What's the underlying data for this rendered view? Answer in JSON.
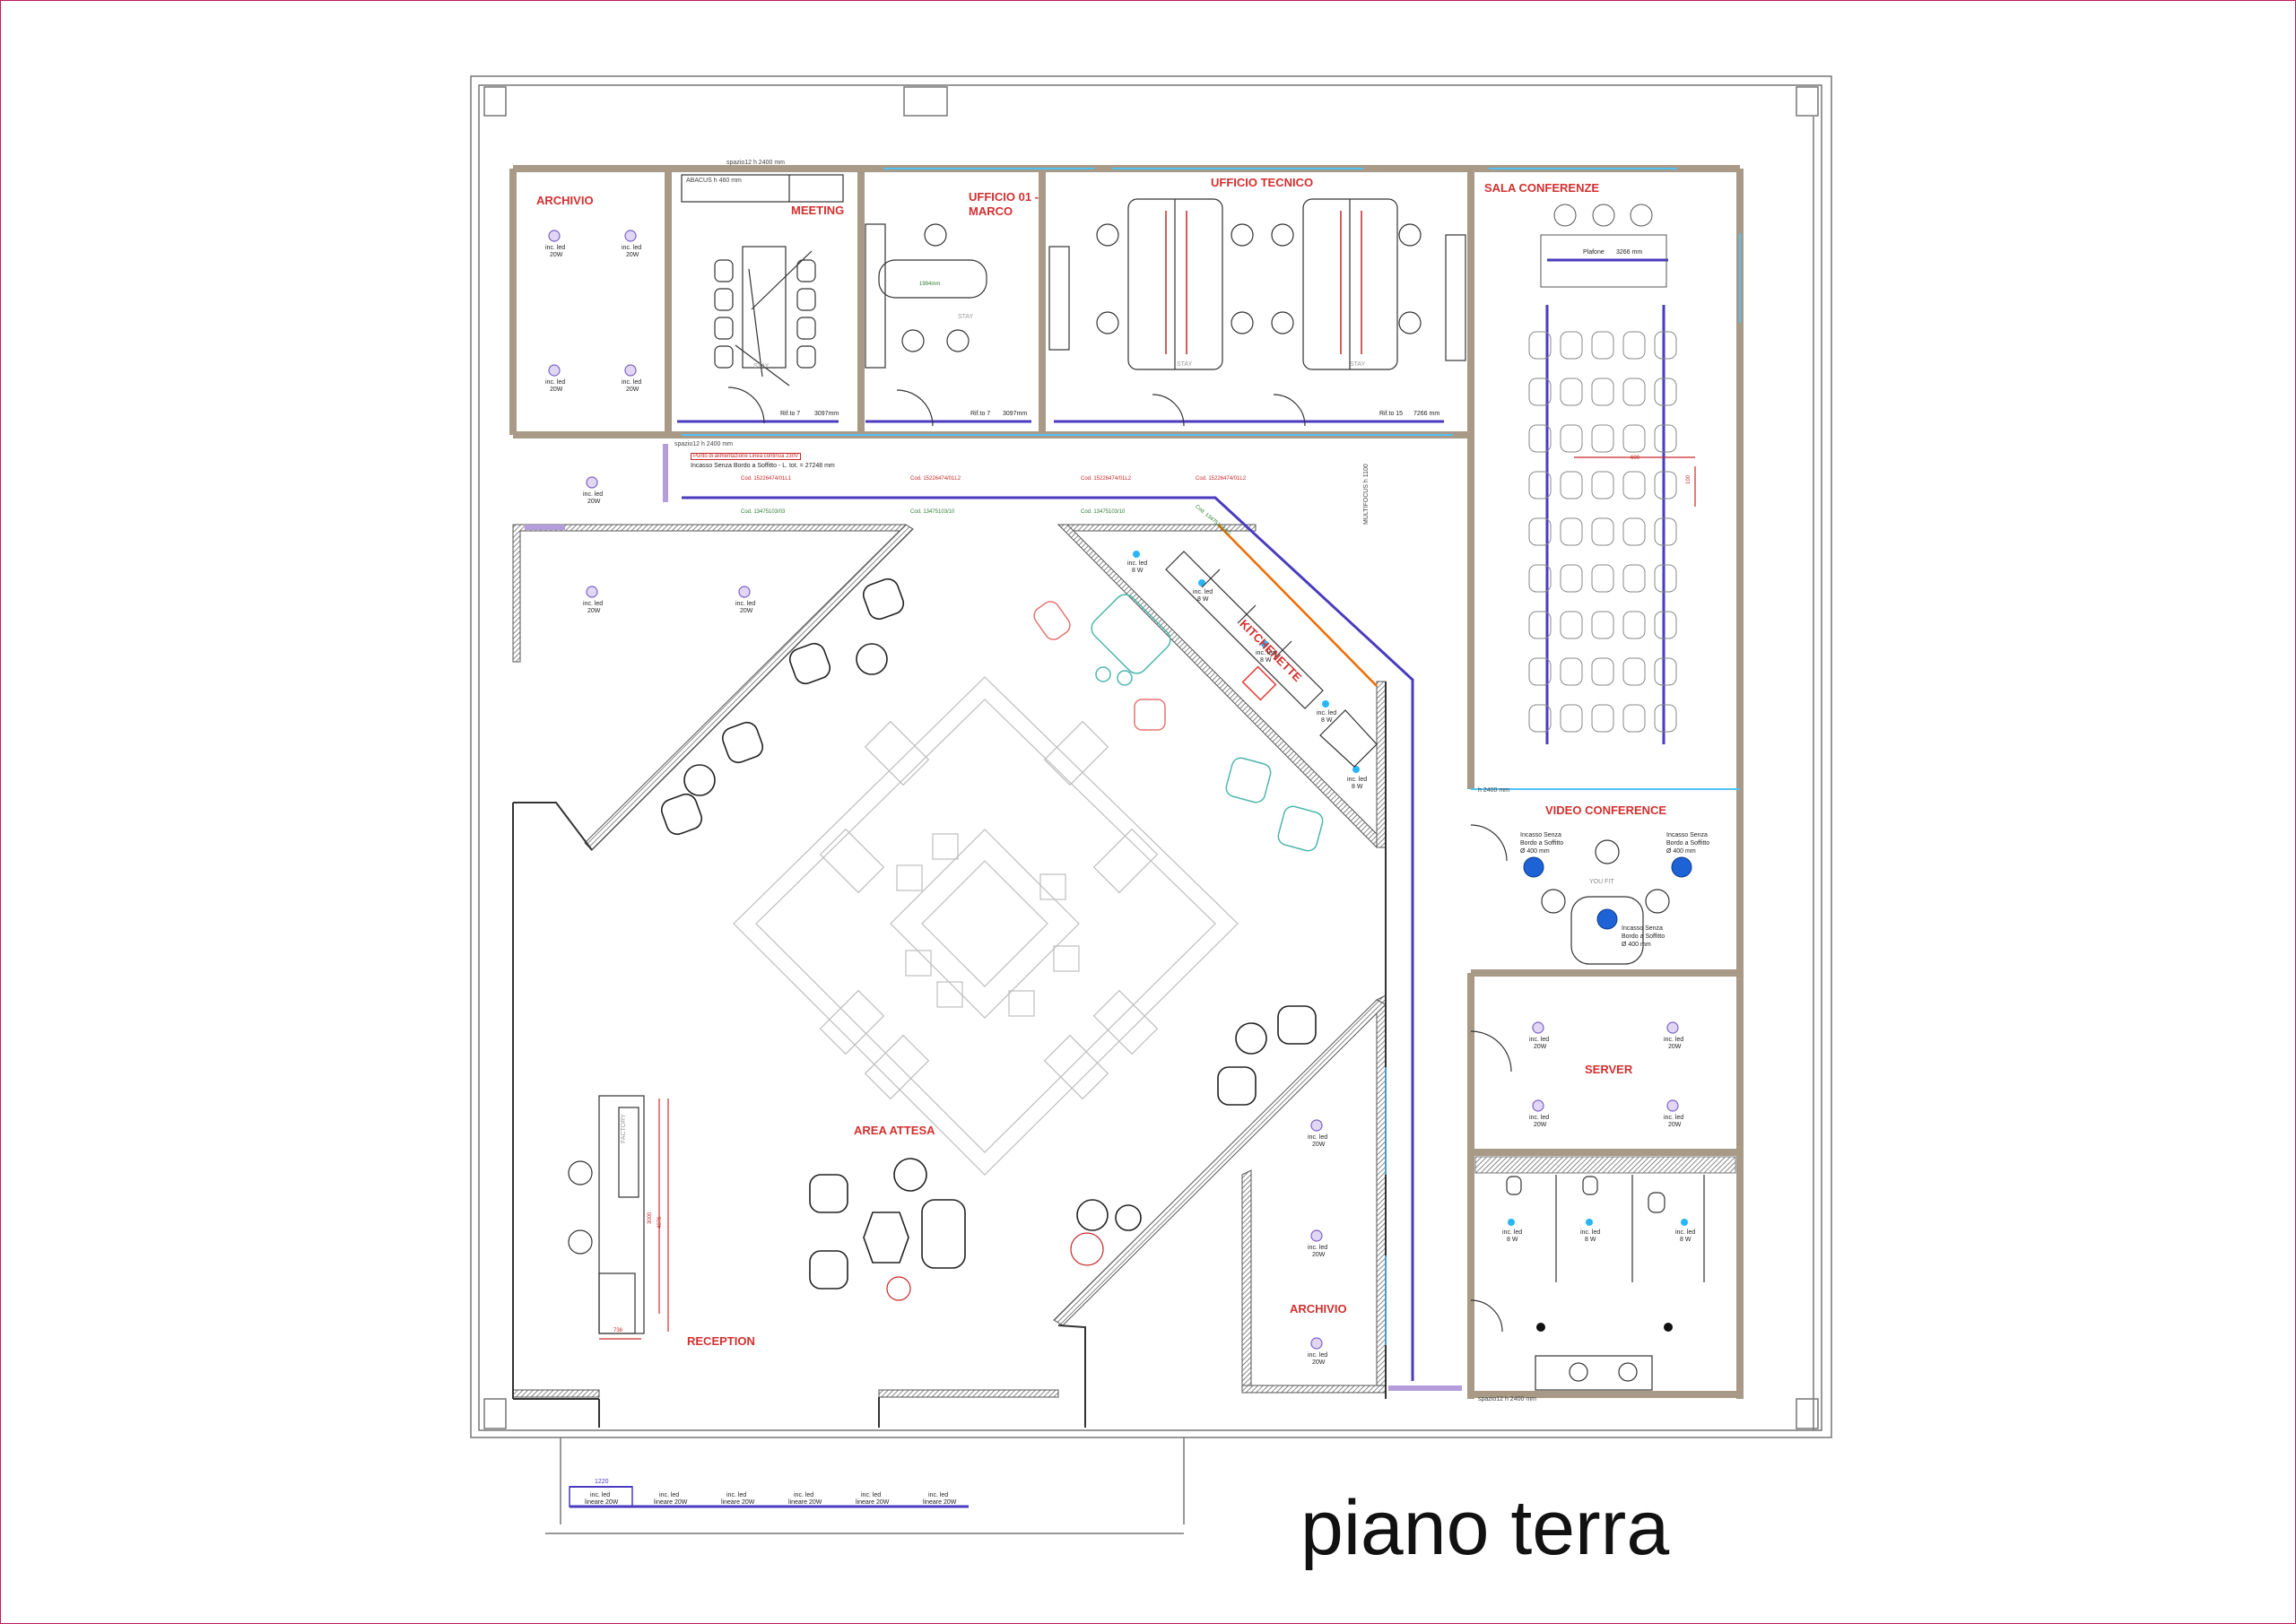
{
  "title": "piano terra",
  "rooms": {
    "archivio_top": "ARCHIVIO",
    "meeting": "MEETING",
    "ufficio01_line1": "UFFICIO 01 -",
    "ufficio01_line2": "MARCO",
    "ufficio_tecnico": "UFFICIO TECNICO",
    "sala_conferenze": "SALA CONFERENZE",
    "kitchenette": "KITCHENETTE",
    "video_conference": "VIDEO CONFERENCE",
    "server": "SERVER",
    "area_attesa": "AREA ATTESA",
    "reception": "RECEPTION",
    "archivio_bottom": "ARCHIVIO"
  },
  "annotations": {
    "spazio_top": "spazio12 h 2400 mm",
    "spazio_left": "spazio12 h 2400 mm",
    "spazio_bottom": "spazio12 h 2400 mm",
    "abacus": "ABACUS h 460 mm",
    "punto_alimentazione": "Punto di alimentazione Linea continua 230V",
    "incasso_line": "Incasso Senza Bordo a Soffitto - L. tot. = 27248 mm",
    "rif_meeting": "Rif.to 7",
    "dim_meeting": "3097mm",
    "rif_ufficio": "Rif.to 7",
    "dim_ufficio": "3097mm",
    "rif_tecnico": "Rif.to 15",
    "dim_tecnico": "7266 mm",
    "plafone": "Plafone",
    "plafone_dim": "3266 mm",
    "multifocus": "MULTIFOCUS h 1100",
    "h2400_vc": "h 2400 mm",
    "vc_left_l1": "Incasso Senza",
    "vc_left_l2": "Bordo a Soffitto",
    "vc_left_l3": "Ø 400 mm",
    "vc_right_l1": "Incasso Senza",
    "vc_right_l2": "Bordo a Soffitto",
    "vc_right_l3": "Ø 400 mm",
    "vc_mid_l1": "Incasso Senza",
    "vc_mid_l2": "Bordo a Soffitto",
    "vc_mid_l3": "Ø 400 mm",
    "you_fit": "YOU FIT",
    "stay_1": "STAY",
    "stay_2": "STAY",
    "stay_3": "STAY",
    "stay_4": "STAY",
    "factory": "FACTORY",
    "dim_3000": "3000",
    "dim_4076": "4076",
    "dim_738": "738",
    "dim_1220": "1220",
    "dim_600": "600",
    "dim_100": "100",
    "table_dim": "1994mm"
  },
  "codes": {
    "c1": "Cod. 15226474/01L1",
    "c2": "Cod. 15226474/01L2",
    "c3": "Cod. 15226474/01L2",
    "c4": "Cod. 15226474/01L2",
    "g1": "Cod. 13475103/03",
    "g2": "Cod. 13475103/10",
    "g3": "Cod. 13475103/10",
    "g4": "Cod. 13475103/10"
  },
  "lights": {
    "led_20": "inc. led",
    "led_20w": "20W",
    "led_8": "inc. led",
    "led_8w": "8 W",
    "strip": "inc. led",
    "strip_w": "lineare 20W"
  },
  "colors": {
    "wall": "#a89a86",
    "title_red": "#d32f2f",
    "light_line": "#3f2fbf",
    "green_code": "#2e7d32",
    "cyan_light": "#29b6f6",
    "blue_vc": "#1e63d6"
  }
}
